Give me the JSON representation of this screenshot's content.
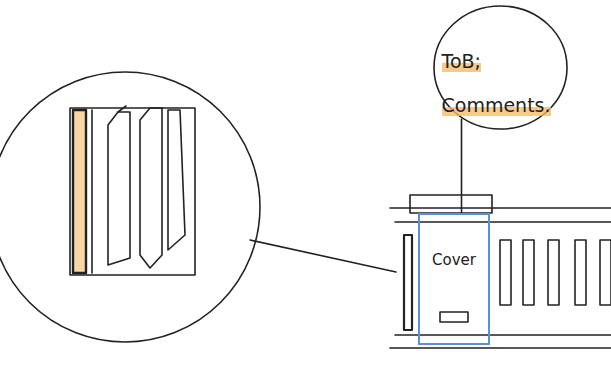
{
  "diagram": {
    "nodes": [
      {
        "text": [
          "ToB; Comments."
        ]
      },
      {
        "text": [
          "Cover"
        ]
      }
    ],
    "edges": [
      {
        "from": 0,
        "to": 1,
        "arrow": "none"
      }
    ]
  }
}
